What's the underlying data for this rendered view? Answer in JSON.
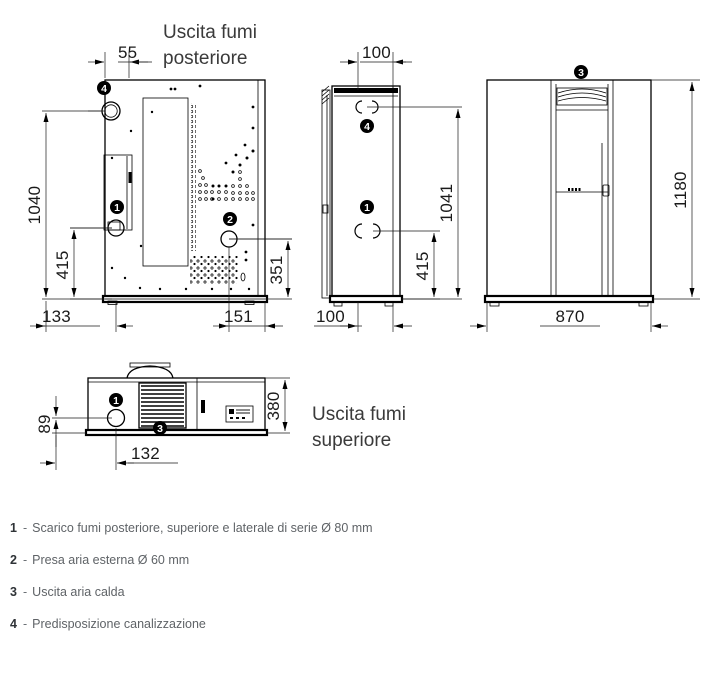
{
  "document": {
    "type": "technical-dimension-drawing",
    "units": "mm",
    "background_color": "#ffffff",
    "line_color": "#000000",
    "dimension_text_color": "#1a1a1a",
    "label_text_color": "#3a3a3a",
    "legend_text_color": "#5f6367",
    "callout_fill": "#000000",
    "callout_text_color": "#ffffff"
  },
  "views": {
    "rear": {
      "label_line1": "Uscita fumi",
      "label_line2": "posteriore",
      "dimensions": {
        "top_offset": "55",
        "height_total": "1040",
        "height_mid": "415",
        "height_right": "351",
        "base_left": "133",
        "base_right": "151"
      },
      "callouts": [
        "4",
        "1",
        "2"
      ]
    },
    "side": {
      "dimensions": {
        "top_width": "100",
        "height_total": "1041",
        "height_mid": "415",
        "base_width": "100"
      },
      "callouts": [
        "4",
        "1"
      ]
    },
    "front": {
      "dimensions": {
        "height_total": "1180",
        "width_total": "870"
      },
      "callouts": [
        "3"
      ]
    },
    "top": {
      "label_line1": "Uscita fumi",
      "label_line2": "superiore",
      "dimensions": {
        "height_total": "380",
        "height_small": "89",
        "base_offset": "132"
      },
      "callouts": [
        "1",
        "3"
      ]
    }
  },
  "legend": {
    "items": [
      {
        "number": "1",
        "dash": "-",
        "text": "Scarico fumi posteriore, superiore e laterale di serie Ø 80 mm"
      },
      {
        "number": "2",
        "dash": "-",
        "text": "Presa aria esterna Ø 60 mm"
      },
      {
        "number": "3",
        "dash": "-",
        "text": "Uscita aria calda"
      },
      {
        "number": "4",
        "dash": "-",
        "text": "Predisposizione canalizzazione"
      }
    ]
  }
}
